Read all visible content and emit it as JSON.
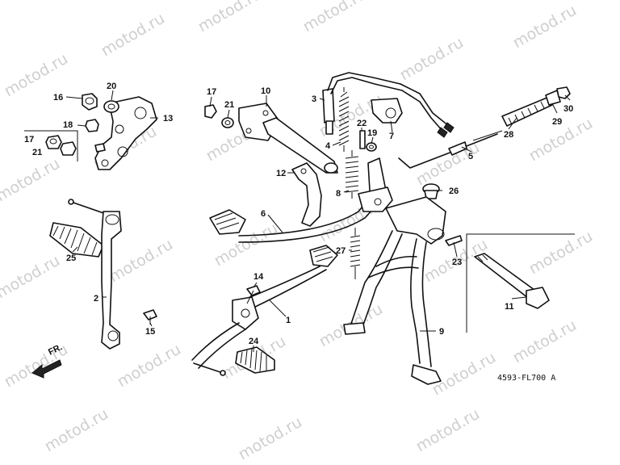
{
  "watermark_text": "motod.ru",
  "drawing_code": "4593-FL700 A",
  "direction_label": "FR.",
  "callouts": {
    "n1": "1",
    "n2": "2",
    "n3": "3",
    "n4": "4",
    "n5": "5",
    "n6": "6",
    "n7": "7",
    "n8": "8",
    "n9": "9",
    "n10": "10",
    "n11": "11",
    "n12": "12",
    "n13": "13",
    "n14": "14",
    "n15": "15",
    "n16": "16",
    "n17a": "17",
    "n17b": "17",
    "n18": "18",
    "n19": "19",
    "n20": "20",
    "n21a": "21",
    "n21b": "21",
    "n22": "22",
    "n23": "23",
    "n24": "24",
    "n25": "25",
    "n26": "26",
    "n27": "27",
    "n28": "28",
    "n29": "29",
    "n30": "30"
  }
}
